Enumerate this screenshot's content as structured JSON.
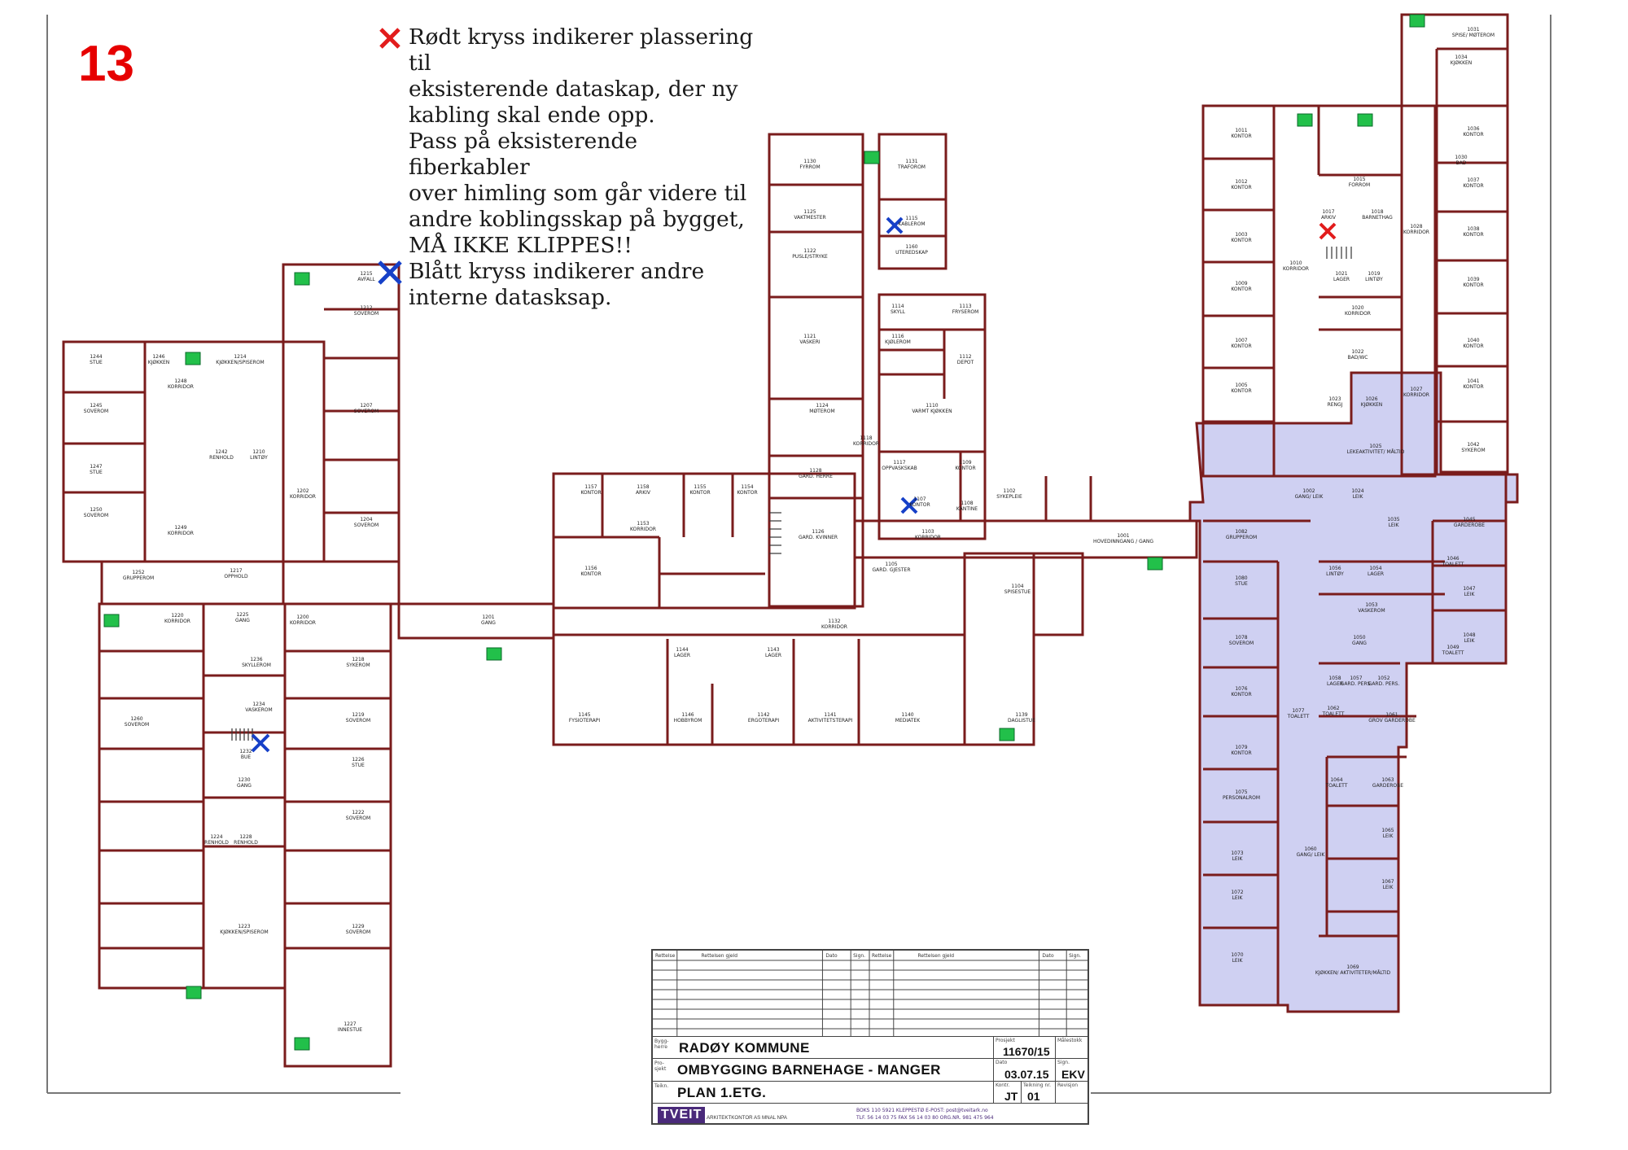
{
  "page": {
    "number": "13"
  },
  "legend": {
    "red_cross_text": "Rødt kryss indikerer plassering til eksisterende dataskap, der ny kabling skal ende opp. Pass på eksisterende fiberkabler over himling som går videre til andre koblingsskap på bygget, MÅ IKKE KLIPPES!!",
    "red_cross_lines": [
      "Rødt kryss indikerer plassering til",
      "eksisterende dataskap, der ny",
      "kabling skal ende opp.",
      "Pass på eksisterende fiberkabler",
      "over himling som går videre til",
      "andre koblingsskap på bygget,",
      "MÅ IKKE KLIPPES!!"
    ],
    "blue_cross_lines": [
      "Blått kryss indikerer andre",
      "interne datasksap."
    ],
    "red_color": "#e21c1c",
    "blue_color": "#1640c8"
  },
  "colors": {
    "wall": "#7a1c1c",
    "wall_dark": "#3a3a3a",
    "highlight_zone": "#cfd0f2",
    "exit_sign": "#22c04a"
  },
  "rooms": [
    {
      "id": "1244",
      "name": "STUE"
    },
    {
      "id": "1246",
      "name": "KJØKKEN"
    },
    {
      "id": "1214",
      "name": "KJØKKEN/SPISEROM"
    },
    {
      "id": "1215",
      "name": "AVFALL"
    },
    {
      "id": "1212",
      "name": "SOVEROM"
    },
    {
      "id": "1245",
      "name": "SOVEROM"
    },
    {
      "id": "1248",
      "name": "KORRIDOR"
    },
    {
      "id": "1247",
      "name": "STUE"
    },
    {
      "id": "1242",
      "name": "RENHOLD"
    },
    {
      "id": "1210",
      "name": "LINTØY"
    },
    {
      "id": "1250",
      "name": "SOVEROM"
    },
    {
      "id": "1249",
      "name": "KORRIDOR"
    },
    {
      "id": "1252",
      "name": "GRUPPEROM"
    },
    {
      "id": "1217",
      "name": "OPPHOLD"
    },
    {
      "id": "1202",
      "name": "KORRIDOR"
    },
    {
      "id": "1207",
      "name": "SOVEROM"
    },
    {
      "id": "1204",
      "name": "SOVEROM"
    },
    {
      "id": "1220",
      "name": "KORRIDOR"
    },
    {
      "id": "1225",
      "name": "GANG"
    },
    {
      "id": "1200",
      "name": "KORRIDOR"
    },
    {
      "id": "1236",
      "name": "SKYLLEROM"
    },
    {
      "id": "1218",
      "name": "SYKEROM"
    },
    {
      "id": "1260",
      "name": "SOVEROM"
    },
    {
      "id": "1234",
      "name": "VASKEROM"
    },
    {
      "id": "1230",
      "name": "GANG"
    },
    {
      "id": "1226",
      "name": "STUE"
    },
    {
      "id": "1219",
      "name": "SOVEROM"
    },
    {
      "id": "1232",
      "name": "BUE"
    },
    {
      "id": "1222",
      "name": "SOVEROM"
    },
    {
      "id": "1224",
      "name": "RENHOLD"
    },
    {
      "id": "1228",
      "name": "RENHOLD"
    },
    {
      "id": "1223",
      "name": "KJØKKEN/SPISEROM"
    },
    {
      "id": "1229",
      "name": "SOVEROM"
    },
    {
      "id": "1227",
      "name": "INNESTUE"
    },
    {
      "id": "1201",
      "name": "GANG"
    },
    {
      "id": "1157",
      "name": "KONTOR"
    },
    {
      "id": "1158",
      "name": "ARKIV"
    },
    {
      "id": "1155",
      "name": "KONTOR"
    },
    {
      "id": "1154",
      "name": "KONTOR"
    },
    {
      "id": "1153",
      "name": "KORRIDOR"
    },
    {
      "id": "1156",
      "name": "KONTOR"
    },
    {
      "id": "1130",
      "name": "FYRROM"
    },
    {
      "id": "1125",
      "name": "VAKTMESTER"
    },
    {
      "id": "1122",
      "name": "PUSLE/STRYKE"
    },
    {
      "id": "1121",
      "name": "VASKERI"
    },
    {
      "id": "1124",
      "name": "MØTEROM"
    },
    {
      "id": "1128",
      "name": "GARD. HERRE"
    },
    {
      "id": "1126",
      "name": "GARD. KVINNER"
    },
    {
      "id": "1118",
      "name": "KORRIDOR"
    },
    {
      "id": "1131",
      "name": "TRAFOROM"
    },
    {
      "id": "1115",
      "name": "KABLEROM"
    },
    {
      "id": "1160",
      "name": "UTEREDSKAP"
    },
    {
      "id": "1114",
      "name": "SKYLL"
    },
    {
      "id": "1113",
      "name": "FRYSEROM"
    },
    {
      "id": "1116",
      "name": "KJØLEROM"
    },
    {
      "id": "1112",
      "name": "DEPOT"
    },
    {
      "id": "1110",
      "name": "VARMT KJØKKEN"
    },
    {
      "id": "1117",
      "name": "OPPVASKSKAB"
    },
    {
      "id": "1109",
      "name": "KONTOR"
    },
    {
      "id": "1107",
      "name": "KONTOR"
    },
    {
      "id": "1103",
      "name": "KORRIDOR"
    },
    {
      "id": "1108",
      "name": "KANTINE"
    },
    {
      "id": "1102",
      "name": "SYKEPLEIE"
    },
    {
      "id": "1105",
      "name": "GARD. GJESTER"
    },
    {
      "id": "1104",
      "name": "SPISESTUE"
    },
    {
      "id": "1132",
      "name": "KORRIDOR"
    },
    {
      "id": "1144",
      "name": "LAGER"
    },
    {
      "id": "1143",
      "name": "LAGER"
    },
    {
      "id": "1145",
      "name": "FYSIOTERAPI"
    },
    {
      "id": "1146",
      "name": "HOBBYROM"
    },
    {
      "id": "1142",
      "name": "ERGOTERAPI"
    },
    {
      "id": "1141",
      "name": "AKTIVITETSTERAPI"
    },
    {
      "id": "1140",
      "name": "MEDIATEK"
    },
    {
      "id": "1139",
      "name": "DAGLISTUE"
    },
    {
      "id": "1001",
      "name": "HOVEDINNGANG / GANG"
    },
    {
      "id": "1011",
      "name": "KONTOR"
    },
    {
      "id": "1012",
      "name": "KONTOR"
    },
    {
      "id": "1003",
      "name": "KONTOR"
    },
    {
      "id": "1009",
      "name": "KONTOR"
    },
    {
      "id": "1007",
      "name": "KONTOR"
    },
    {
      "id": "1005",
      "name": "KONTOR"
    },
    {
      "id": "1010",
      "name": "KORRIDOR"
    },
    {
      "id": "1015",
      "name": "FORROM"
    },
    {
      "id": "1017",
      "name": "ARKIV"
    },
    {
      "id": "1018",
      "name": "BARNETHAG"
    },
    {
      "id": "1021",
      "name": "LAGER"
    },
    {
      "id": "1019",
      "name": "LINTØY"
    },
    {
      "id": "1020",
      "name": "KORRIDOR"
    },
    {
      "id": "1022",
      "name": "BAD/WC"
    },
    {
      "id": "1023",
      "name": "RENGJ"
    },
    {
      "id": "1026",
      "name": "KJØKKEN"
    },
    {
      "id": "1025",
      "name": "LEKEAKTIVITET/ MÅLTID"
    },
    {
      "id": "1002",
      "name": "GANG/ LEIK"
    },
    {
      "id": "1024",
      "name": "LEIK"
    },
    {
      "id": "1082",
      "name": "GRUPPEROM"
    },
    {
      "id": "1035",
      "name": "LEIK"
    },
    {
      "id": "1045",
      "name": "GARDEROBE"
    },
    {
      "id": "1046",
      "name": "TOALETT"
    },
    {
      "id": "1047",
      "name": "LEIK"
    },
    {
      "id": "1048",
      "name": "LEIK"
    },
    {
      "id": "1049",
      "name": "TOALETT"
    },
    {
      "id": "1053",
      "name": "VASKEROM"
    },
    {
      "id": "1050",
      "name": "GANG"
    },
    {
      "id": "1054",
      "name": "LAGER"
    },
    {
      "id": "1056",
      "name": "LINTØY"
    },
    {
      "id": "1080",
      "name": "STUE"
    },
    {
      "id": "1078",
      "name": "SOVEROM"
    },
    {
      "id": "1076",
      "name": "KONTOR"
    },
    {
      "id": "1077",
      "name": "TOALETT"
    },
    {
      "id": "1061",
      "name": "GROV GARDEROBE"
    },
    {
      "id": "1058",
      "name": "LAGER"
    },
    {
      "id": "1057",
      "name": "GARD. PERS."
    },
    {
      "id": "1052",
      "name": "GARD. PERS."
    },
    {
      "id": "1062",
      "name": "TOALETT"
    },
    {
      "id": "1079",
      "name": "KONTOR"
    },
    {
      "id": "1075",
      "name": "PERSONALROM"
    },
    {
      "id": "1063",
      "name": "GARDEROBE"
    },
    {
      "id": "1064",
      "name": "TOALETT"
    },
    {
      "id": "1065",
      "name": "LEIK"
    },
    {
      "id": "1073",
      "name": "LEIK"
    },
    {
      "id": "1060",
      "name": "GANG/ LEIK"
    },
    {
      "id": "1067",
      "name": "LEIK"
    },
    {
      "id": "1072",
      "name": "LEIK"
    },
    {
      "id": "1070",
      "name": "LEIK"
    },
    {
      "id": "1069",
      "name": "KJØKKEN/ AKTIVITETER/MÅLTID"
    },
    {
      "id": "1031",
      "name": "SPISE/ MØTEROM"
    },
    {
      "id": "1034",
      "name": "KJØKKEN"
    },
    {
      "id": "1036",
      "name": "KONTOR"
    },
    {
      "id": "1037",
      "name": "KONTOR"
    },
    {
      "id": "1038",
      "name": "KONTOR"
    },
    {
      "id": "1039",
      "name": "KONTOR"
    },
    {
      "id": "1040",
      "name": "KONTOR"
    },
    {
      "id": "1041",
      "name": "KONTOR"
    },
    {
      "id": "1042",
      "name": "SYKEROM"
    },
    {
      "id": "1030",
      "name": "BAD"
    },
    {
      "id": "1028",
      "name": "KORRIDOR"
    },
    {
      "id": "1027",
      "name": "KORRIDOR"
    }
  ],
  "title_block": {
    "revision_headers": [
      "Rettelse",
      "Rettelsen gjeld",
      "Dato",
      "Sign.",
      "Rettelse",
      "Rettelsen gjeld",
      "Dato",
      "Sign."
    ],
    "client_label": "Bygg-herre",
    "client": "RADØY KOMMUNE",
    "project_label": "Prosjekt",
    "project_number": "11670/15",
    "scale_label": "Målestokk",
    "project_desc_label": "Pro-sjekt",
    "project_desc": "OMBYGGING BARNEHAGE - MANGER",
    "date_label": "Dato",
    "date": "03.07.15",
    "sign_label": "Sign.",
    "sign": "EKV",
    "drawing_label": "Teikn.",
    "drawing": "PLAN 1.ETG.",
    "control_label": "Kontr.",
    "control": "JT",
    "sheet_label": "Teikning nr.",
    "sheet": "01",
    "revision_label": "Revisjon",
    "firm": "TVEIT",
    "firm_sub": "ARKITEKTKONTOR AS MNAL NPA",
    "address_line1": "BOKS 110   5921 KLEPPESTØ   E-POST: post@tveitark.no",
    "address_line2": "TLF. 56 14 03 75   FAX 56 14 03 80   ORG.NR. 981 475 964"
  }
}
